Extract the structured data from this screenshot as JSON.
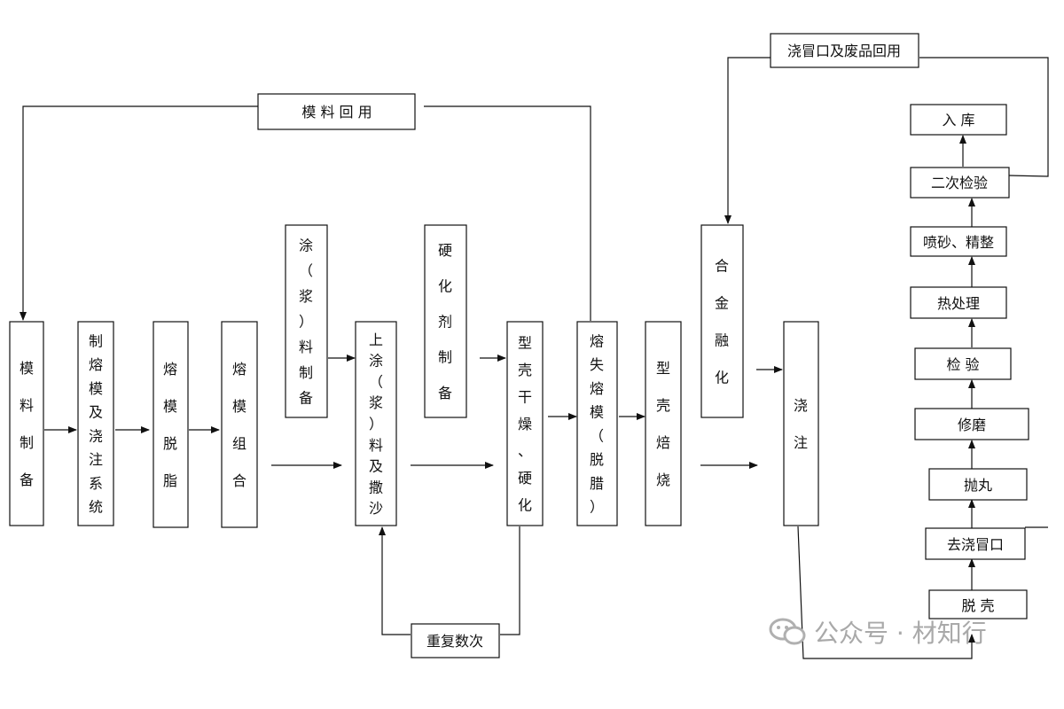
{
  "process": {
    "mold_material_prep": "模料制备",
    "pattern_and_gating": "制熔模及浇注系统",
    "pattern_degrease": "熔模脱脂",
    "pattern_assembly": "熔模组合",
    "slurry_prep": "涂（浆）料制备",
    "coat_and_sand": "上涂（浆）料及撒沙",
    "hardener_prep": "硬化剂制备",
    "shell_dry_harden": "型壳干燥、硬化",
    "dewax": "熔失熔模（脱腊）",
    "shell_roast": "型壳焙烧",
    "alloy_melt": "合金融化",
    "pouring": "浇注",
    "shell_removal": "脱 壳",
    "riser_removal": "去浇冒口",
    "shot_blast": "抛丸",
    "grinding": "修磨",
    "inspection": "检  验",
    "heat_treatment": "热处理",
    "sandblast_finish": "喷砂、精整",
    "second_inspection": "二次检验",
    "warehousing": "入 库"
  },
  "loops": {
    "mold_recycle": "模 料 回 用",
    "riser_scrap_recycle": "浇冒口及废品回用",
    "repeat_times": "重复数次"
  },
  "watermark": {
    "text": "公众号 · 材知行",
    "icon": "wechat-icon"
  }
}
